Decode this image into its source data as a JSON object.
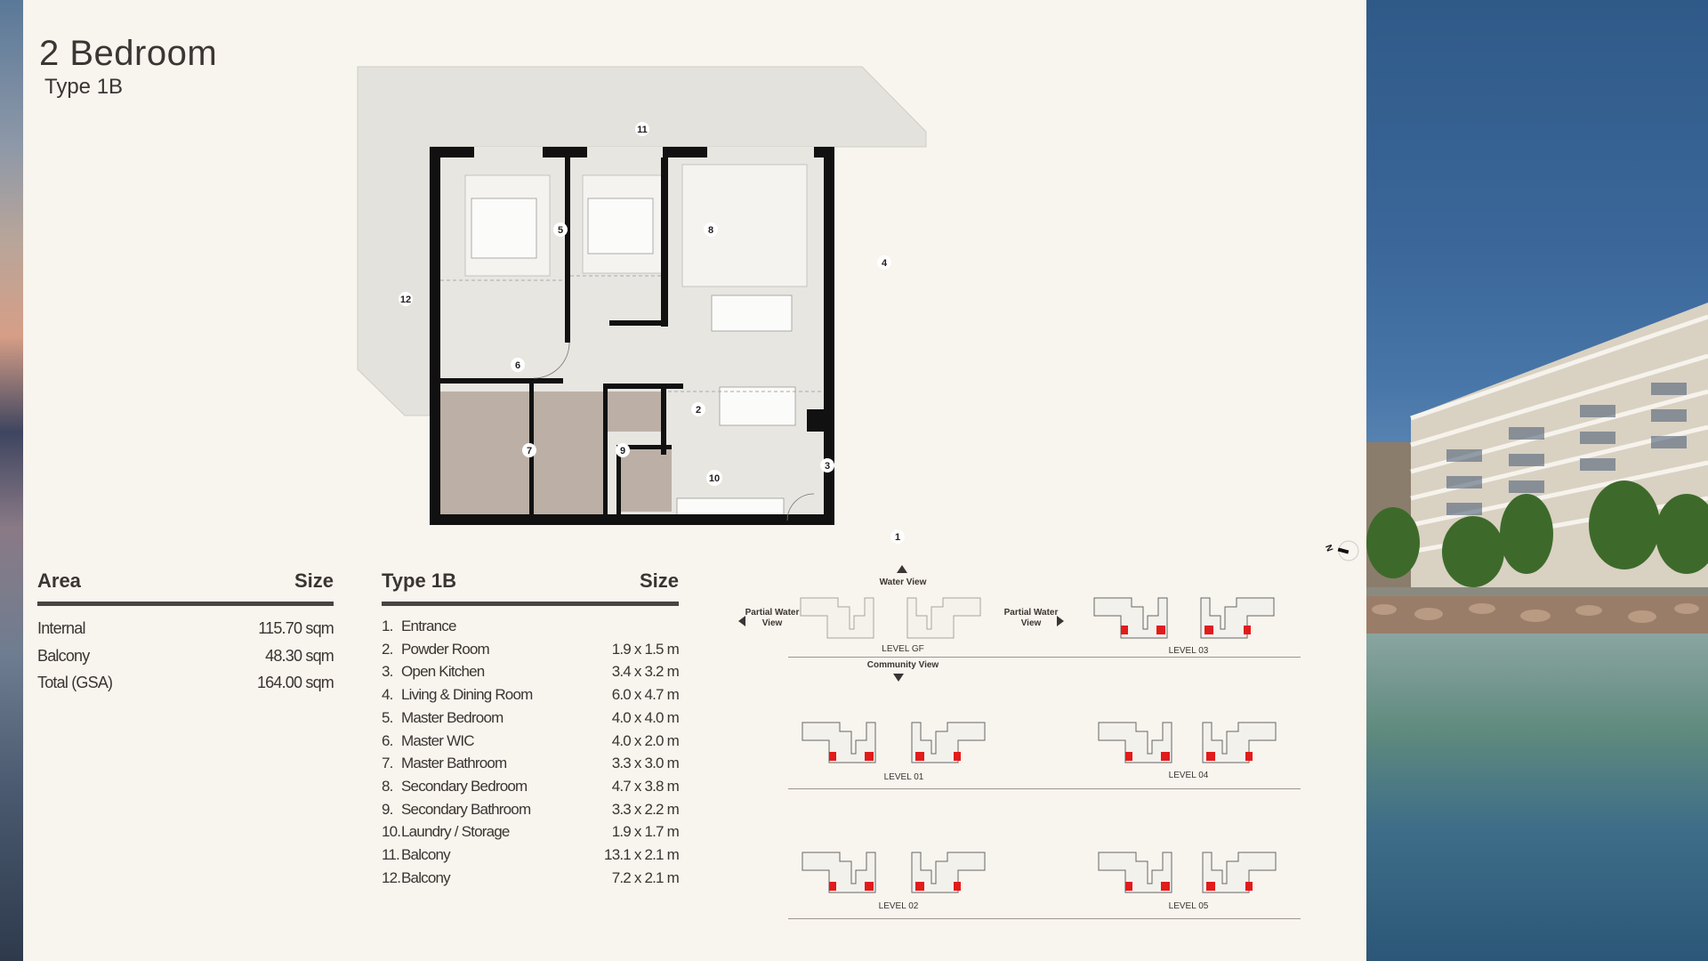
{
  "header": {
    "title": "2 Bedroom",
    "subtitle": "Type 1B"
  },
  "area_table": {
    "col_area": "Area",
    "col_size": "Size",
    "rows": [
      {
        "label": "Internal",
        "value": "115.70 sqm"
      },
      {
        "label": "Balcony",
        "value": "48.30 sqm"
      },
      {
        "label": "Total (GSA)",
        "value": "164.00 sqm"
      }
    ]
  },
  "room_table": {
    "col_type": "Type 1B",
    "col_size": "Size",
    "rows": [
      {
        "num": "1.",
        "label": "Entrance",
        "size": ""
      },
      {
        "num": "2.",
        "label": "Powder Room",
        "size": "1.9 x 1.5 m"
      },
      {
        "num": "3.",
        "label": "Open Kitchen",
        "size": "3.4 x 3.2 m"
      },
      {
        "num": "4.",
        "label": "Living & Dining Room",
        "size": "6.0 x 4.7 m"
      },
      {
        "num": "5.",
        "label": "Master Bedroom",
        "size": "4.0 x 4.0 m"
      },
      {
        "num": "6.",
        "label": "Master WIC",
        "size": "4.0 x 2.0 m"
      },
      {
        "num": "7.",
        "label": "Master Bathroom",
        "size": "3.3 x 3.0 m"
      },
      {
        "num": "8.",
        "label": "Secondary Bedroom",
        "size": "4.7 x 3.8 m"
      },
      {
        "num": "9.",
        "label": "Secondary Bathroom",
        "size": "3.3 x 2.2 m"
      },
      {
        "num": "10.",
        "label": "Laundry / Storage",
        "size": "1.9 x 1.7 m"
      },
      {
        "num": "11.",
        "label": "Balcony",
        "size": "13.1 x 2.1 m"
      },
      {
        "num": "12.",
        "label": "Balcony",
        "size": "7.2 x 2.1 m"
      }
    ]
  },
  "floor_plan": {
    "labels": [
      "1",
      "2",
      "3",
      "4",
      "5",
      "6",
      "7",
      "8",
      "9",
      "10",
      "11",
      "12"
    ]
  },
  "key_plan": {
    "water_view": "Water View",
    "community_view": "Community View",
    "partial_left": [
      "Partial Water",
      "View"
    ],
    "partial_right": [
      "Partial Water",
      "View"
    ],
    "levels": [
      "LEVEL GF",
      "LEVEL 01",
      "LEVEL 02",
      "LEVEL 03",
      "LEVEL 04",
      "LEVEL 05"
    ]
  },
  "compass": {
    "label": "N"
  },
  "colors": {
    "background": "#f8f4ee",
    "text": "#3a3532",
    "wall": "#111111",
    "balcony": "#e3e2dc",
    "wet_room": "#bcb0a6",
    "highlight": "#e21b1b"
  }
}
